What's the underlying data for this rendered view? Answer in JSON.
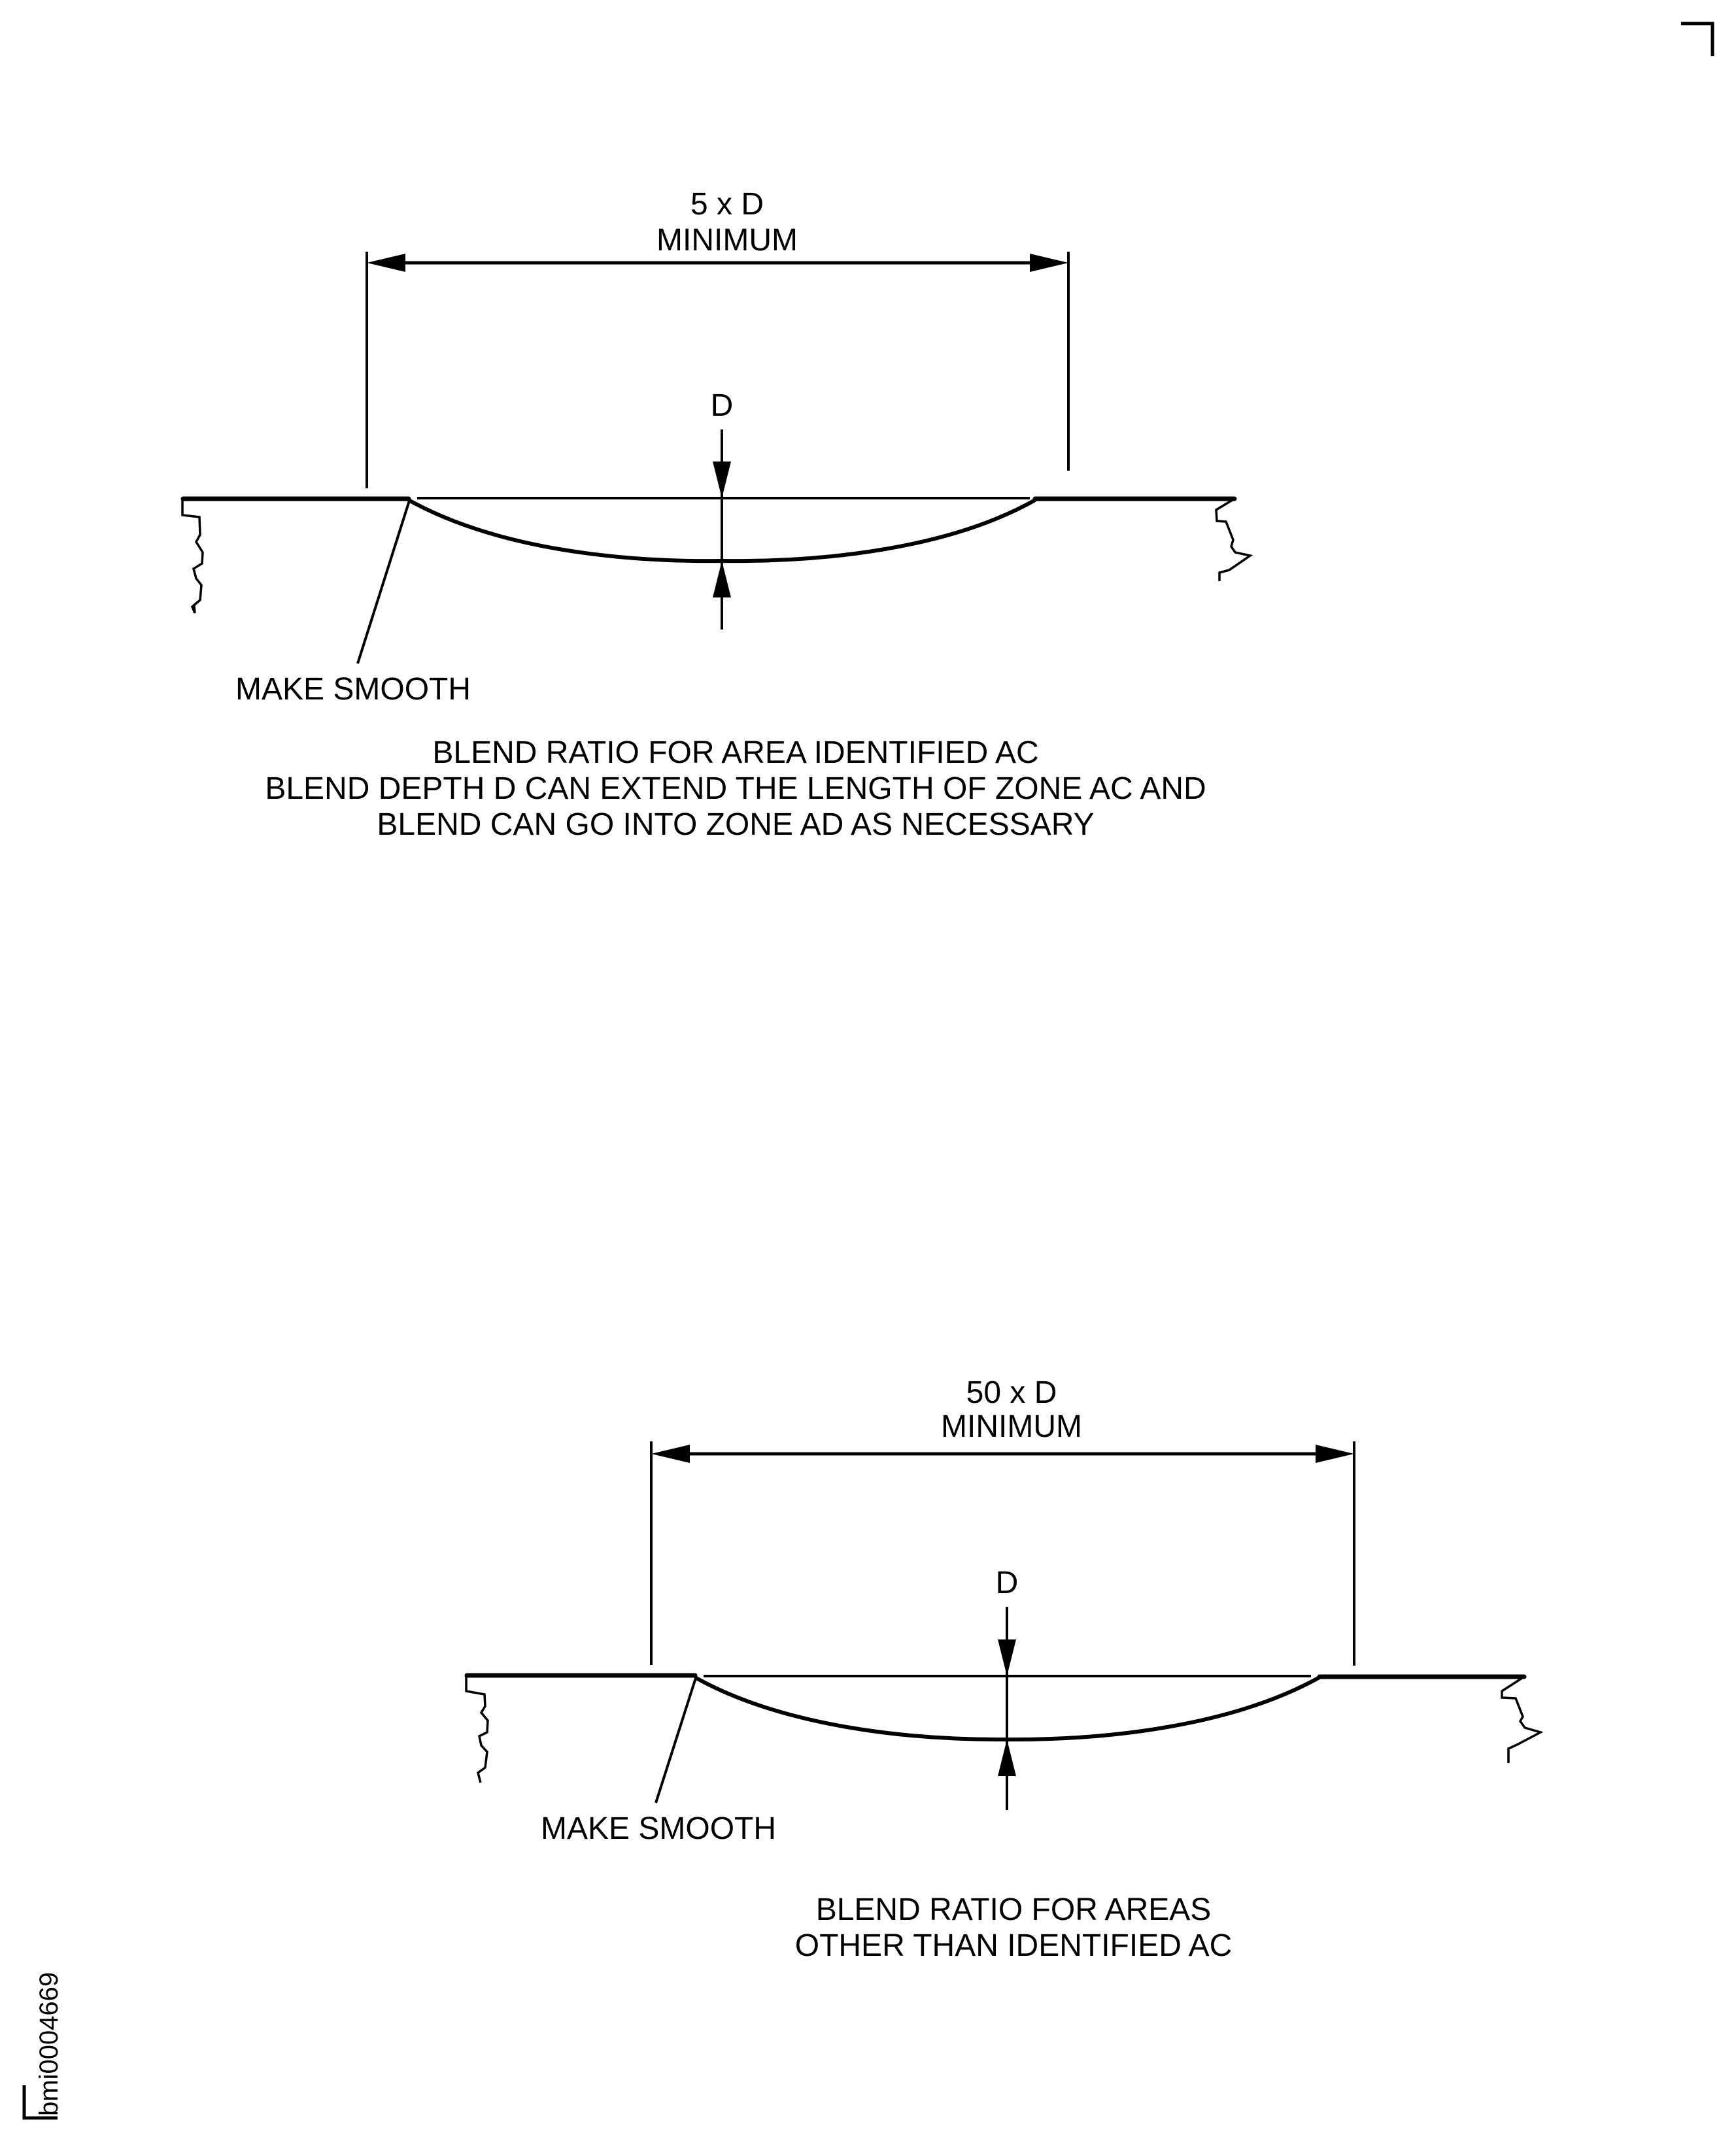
{
  "figure": {
    "reference_id": "bmi0004669",
    "colors": {
      "ink": "#000000",
      "background": "#ffffff"
    }
  },
  "detail_top": {
    "length_dimension": {
      "value": "5 x D",
      "qualifier": "MINIMUM"
    },
    "depth_label": "D",
    "leader_note": "MAKE SMOOTH",
    "caption": [
      "BLEND RATIO FOR AREA IDENTIFIED AC",
      "BLEND DEPTH D CAN EXTEND THE LENGTH OF ZONE AC AND",
      "BLEND CAN GO INTO ZONE AD AS NECESSARY"
    ]
  },
  "detail_bottom": {
    "length_dimension": {
      "value": "50 x D",
      "qualifier": "MINIMUM"
    },
    "depth_label": "D",
    "leader_note": "MAKE SMOOTH",
    "caption": [
      "BLEND RATIO FOR AREAS",
      "OTHER THAN IDENTIFIED AC"
    ]
  }
}
